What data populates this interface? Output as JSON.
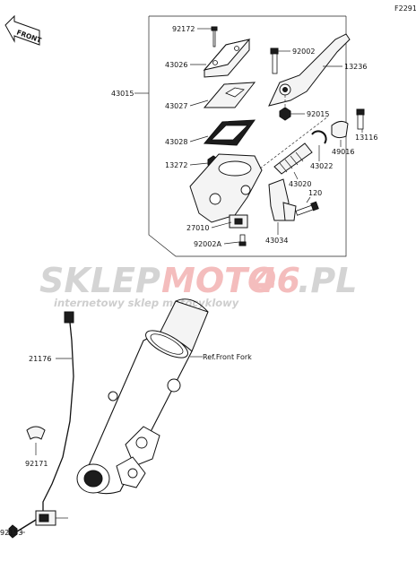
{
  "diagram": {
    "code": "F2291",
    "front_label": "FRONT",
    "ref_label": "Ref.Front Fork",
    "watermark": {
      "part1": "SKLEP",
      "part2": "MOTO",
      "part3": "46",
      "part4": ".PL",
      "subtitle": "internetowy sklep motocyklowy"
    },
    "parts": {
      "p92172": "92172",
      "p92002": "92002",
      "p13236": "13236",
      "p43026": "43026",
      "p43015": "43015",
      "p43027": "43027",
      "p92015": "92015",
      "p43028": "43028",
      "p13116": "13116",
      "p49016": "49016",
      "p43022": "43022",
      "p13272": "13272",
      "p43020": "43020",
      "p120": "120",
      "p27010": "27010",
      "p92002A": "92002A",
      "p43034": "43034",
      "p21176": "21176",
      "p92171": "92171",
      "p92153": "92153"
    }
  }
}
